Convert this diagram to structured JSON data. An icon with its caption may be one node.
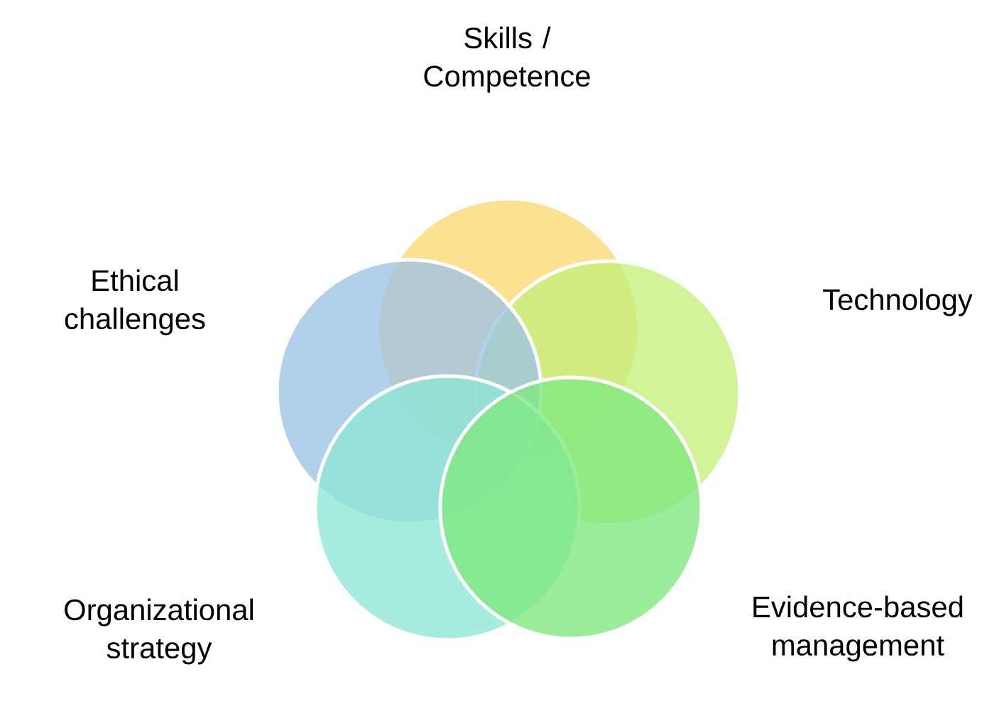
{
  "diagram": {
    "nodes": [
      {
        "text": [
          "Skills / Competence"
        ]
      },
      {
        "text": [
          "Technology"
        ]
      },
      {
        "text": [
          "Evidence-based management"
        ]
      },
      {
        "text": [
          "Organizational strategy"
        ]
      },
      {
        "text": [
          "Ethical challenges"
        ]
      }
    ]
  }
}
